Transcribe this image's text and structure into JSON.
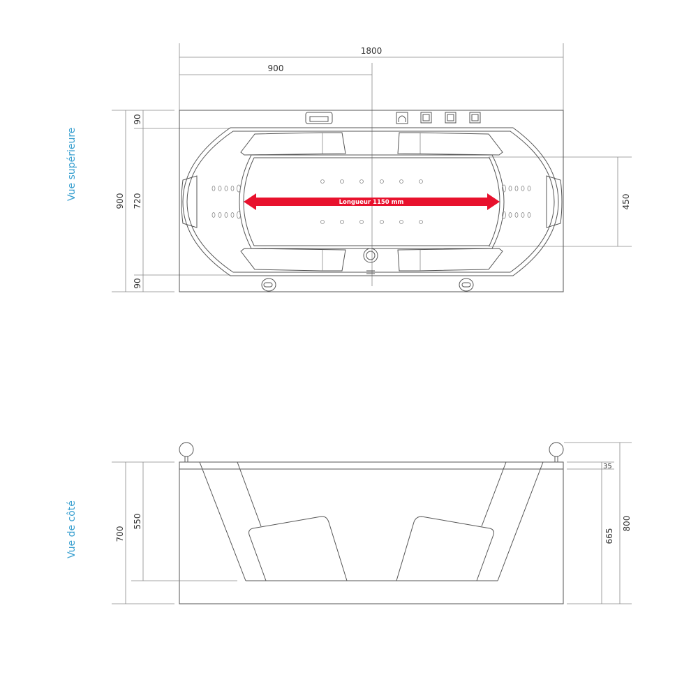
{
  "top_view": {
    "label": "Vue supérieure",
    "dims": {
      "total_length": "1800",
      "half_length": "900",
      "total_width": "900",
      "inner_width": "720",
      "rim_top": "90",
      "rim_bottom": "90",
      "seat_gap": "450"
    },
    "arrow": {
      "label": "Longueur 1150 mm",
      "color": "#e8112d"
    }
  },
  "side_view": {
    "label": "Vue de côté",
    "dims": {
      "body_height": "700",
      "inner_depth": "550",
      "rim_thickness": "35",
      "interior_height": "665",
      "overall_height": "800"
    }
  },
  "colors": {
    "label": "#3aa0d0",
    "line": "#555555",
    "arrow": "#e8112d"
  }
}
